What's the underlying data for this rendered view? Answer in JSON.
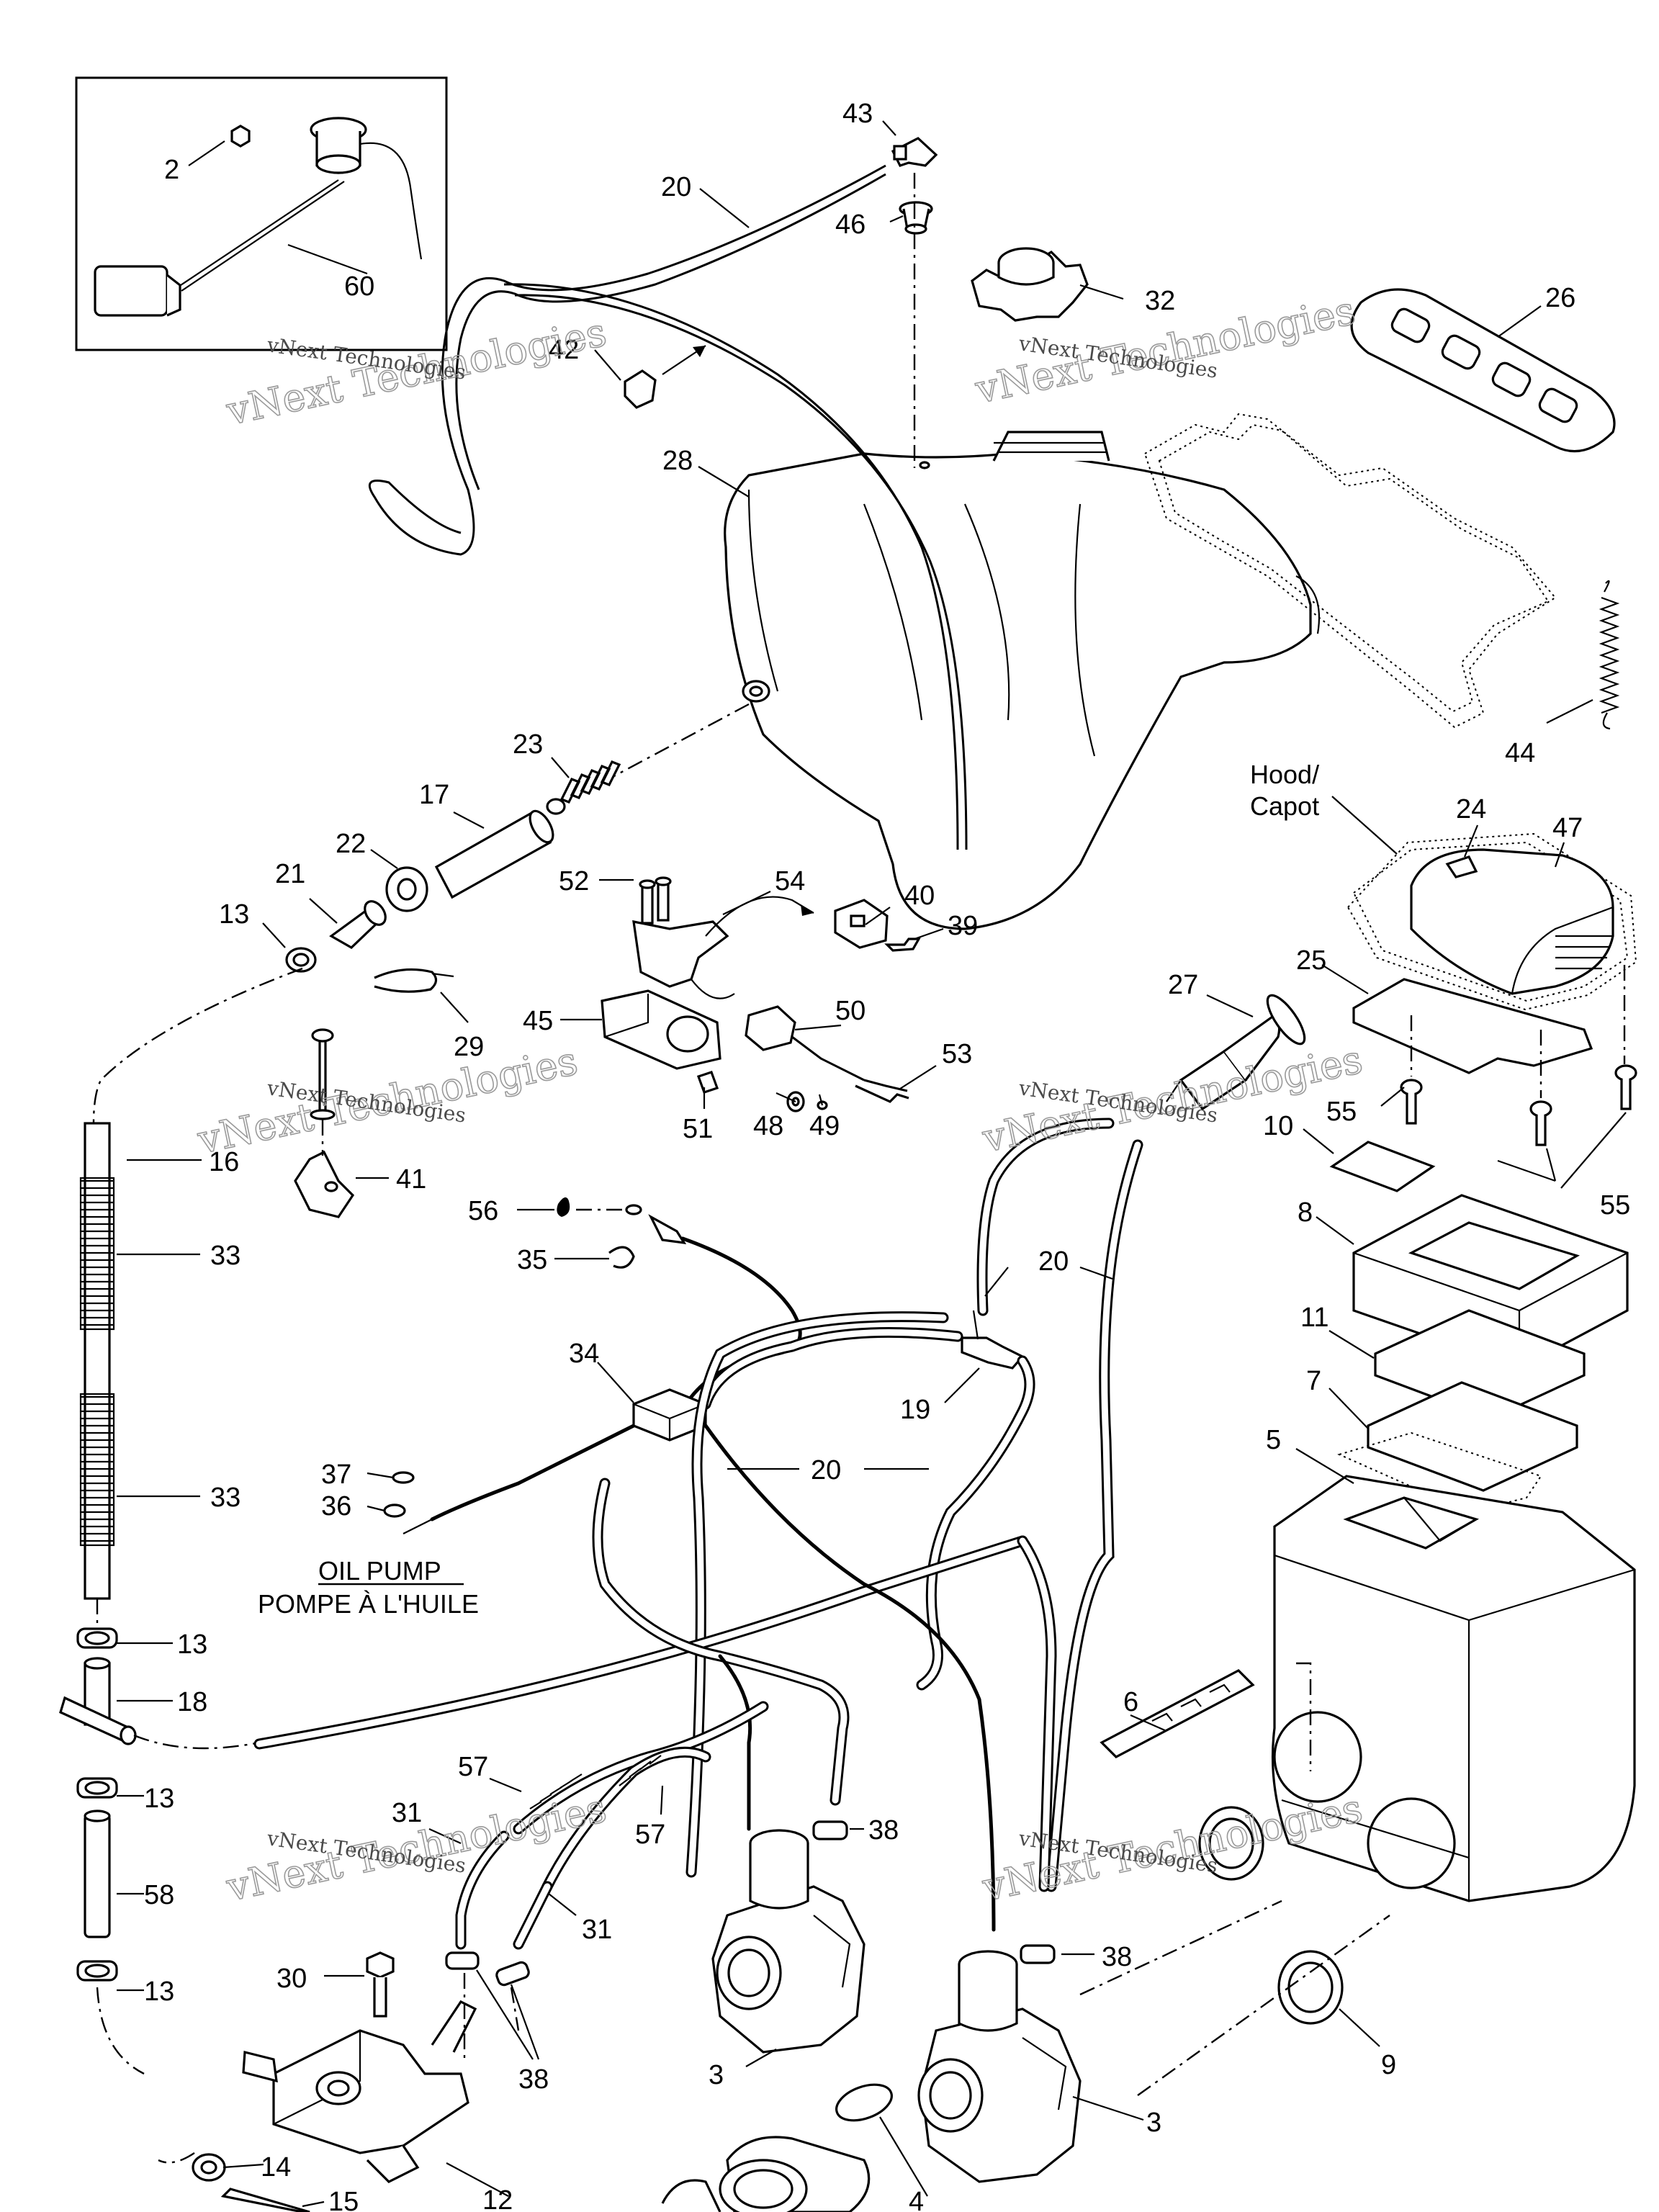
{
  "callouts": {
    "c2": "2",
    "c60": "60",
    "c43": "43",
    "c20a": "20",
    "c46": "46",
    "c32": "32",
    "c26": "26",
    "c42": "42",
    "c28": "28",
    "c44": "44",
    "c23": "23",
    "c17": "17",
    "c22": "22",
    "c21": "21",
    "c13a": "13",
    "c52": "52",
    "c54": "54",
    "c40": "40",
    "c39": "39",
    "c24": "24",
    "c47": "47",
    "c25": "25",
    "c29": "29",
    "c45": "45",
    "c50": "50",
    "c53": "53",
    "c27": "27",
    "c55a": "55",
    "c55b": "55",
    "c16": "16",
    "c41": "41",
    "c51": "51",
    "c48": "48",
    "c49": "49",
    "c10": "10",
    "c56": "56",
    "c35": "35",
    "c8": "8",
    "c33a": "33",
    "c20b": "20",
    "c11": "11",
    "c34": "34",
    "c19": "19",
    "c7": "7",
    "c5": "5",
    "c37": "37",
    "c36": "36",
    "c20c": "20",
    "c33b": "33",
    "c13b": "13",
    "c18": "18",
    "c6": "6",
    "c57a": "57",
    "c57b": "57",
    "c13c": "13",
    "c31a": "31",
    "c38a": "38",
    "c58": "58",
    "c31b": "31",
    "c38b": "38",
    "c30": "30",
    "c13d": "13",
    "c38c": "38",
    "c9": "9",
    "c3a": "3",
    "c3b": "3",
    "c14": "14",
    "c12": "12",
    "c15": "15",
    "c4": "4"
  },
  "labels": {
    "hood_line1": "Hood/",
    "hood_line2": "Capot",
    "oil_pump_en": "OIL PUMP",
    "oil_pump_fr": "POMPE À L'HUILE"
  },
  "watermarks": {
    "big": "vNext Technologies",
    "small": "vNext Technologies"
  }
}
